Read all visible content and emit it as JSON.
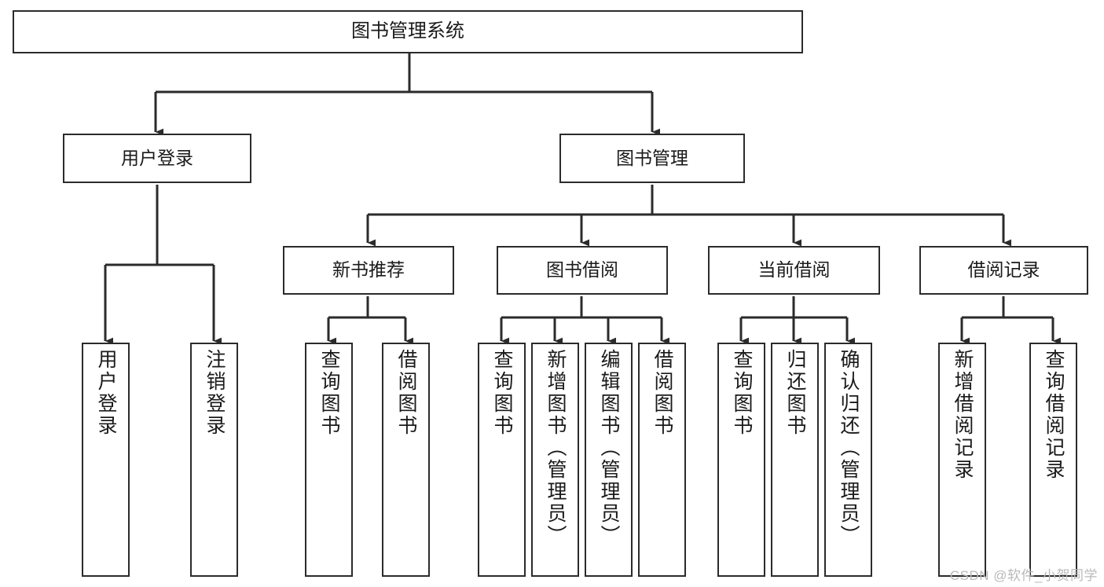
{
  "diagram": {
    "title": "图书管理系统",
    "type": "tree-hierarchy",
    "watermark": "CSDN @软件_小贺同学",
    "colors": {
      "background": "#ffffff",
      "box_border": "#2b2b2b",
      "connector": "#2b2b2b",
      "text": "#1a1a1a",
      "watermark": "#b9b9b9"
    },
    "nodes": {
      "root": {
        "label": "图书管理系统"
      },
      "level2": [
        {
          "label": "用户登录"
        },
        {
          "label": "图书管理"
        }
      ],
      "level3": [
        {
          "label": "新书推荐"
        },
        {
          "label": "图书借阅"
        },
        {
          "label": "当前借阅"
        },
        {
          "label": "借阅记录"
        }
      ],
      "leaves_user_login": [
        {
          "label": "用户登录"
        },
        {
          "label": "注销登录"
        }
      ],
      "leaves_new_book": [
        {
          "label": "查询图书"
        },
        {
          "label": "借阅图书"
        }
      ],
      "leaves_borrow": [
        {
          "label": "查询图书"
        },
        {
          "label": "新增图书（管理员）"
        },
        {
          "label": "编辑图书（管理员）"
        },
        {
          "label": "借阅图书"
        }
      ],
      "leaves_current": [
        {
          "label": "查询图书"
        },
        {
          "label": "归还图书"
        },
        {
          "label": "确认归还（管理员）"
        }
      ],
      "leaves_records": [
        {
          "label": "新增借阅记录"
        },
        {
          "label": "查询借阅记录"
        }
      ]
    }
  }
}
